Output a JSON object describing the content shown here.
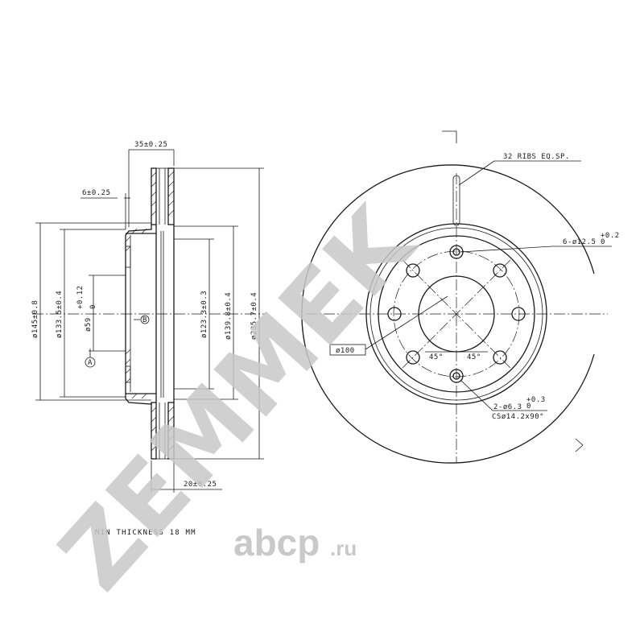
{
  "drawing": {
    "section": {
      "overall_width": "35±0.25",
      "hat_thickness": "6±0.25",
      "hub_depth": "20±0.25",
      "dia_145": "ø145±0.8",
      "dia_133": "ø133.5±0.4",
      "dia_59": "ø59",
      "dia_59_tol_upper": "+0.12",
      "dia_59_tol_lower": "0",
      "dia_123": "ø123.3±0.3",
      "dia_139": "ø139.8±0.4",
      "dia_235": "ø235.7±0.4",
      "datum_a": "A",
      "datum_b": "B"
    },
    "front": {
      "ribs_note": "32 RIBS EQ.SP.",
      "holes_6": "6-ø12.5",
      "holes_6_tol_upper": "+0.2",
      "holes_6_tol_lower": "0",
      "pcd": "ø100",
      "angle_left": "45°",
      "angle_right": "45°",
      "holes_2": "2-ø6.3",
      "holes_2_tol_upper": "+0.3",
      "holes_2_tol_lower": "0",
      "countersink": "CSø14.2x90°"
    },
    "min_thickness": "MIN THICKNESS 18 MM"
  },
  "watermark": "ZEMMEK",
  "logo": {
    "brand": "abcp",
    "domain": ".ru"
  }
}
